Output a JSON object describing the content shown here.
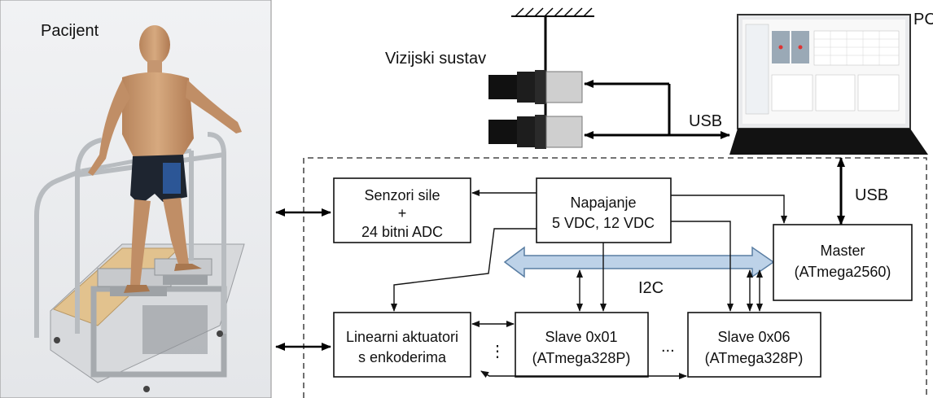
{
  "labels": {
    "patient": "Pacijent",
    "vision": "Vizijski sustav",
    "pc": "PC",
    "usb_top": "USB",
    "usb_right": "USB",
    "i2c": "I2C",
    "dots_left": "⋮",
    "dots_mid": "..."
  },
  "boxes": {
    "force": [
      "Senzori sile",
      "+",
      "24 bitni ADC"
    ],
    "power": [
      "Napajanje",
      "5 VDC, 12 VDC"
    ],
    "master": [
      "Master",
      "(ATmega2560)"
    ],
    "actuators": [
      "Linearni aktuatori",
      "s enkoderima"
    ],
    "slave1": [
      "Slave 0x01",
      "(ATmega328P)"
    ],
    "slave6": [
      "Slave 0x06",
      "(ATmega328P)"
    ]
  },
  "colors": {
    "skin": "#c99a72",
    "shorts": "#1e2530",
    "shorts_accent": "#2f5fa8",
    "frame": "#b8bcc0",
    "wood": "#e2c28e",
    "bus_fill": "#bdd2e8",
    "bus_stroke": "#5a7ea3",
    "laptop": "#121212"
  }
}
